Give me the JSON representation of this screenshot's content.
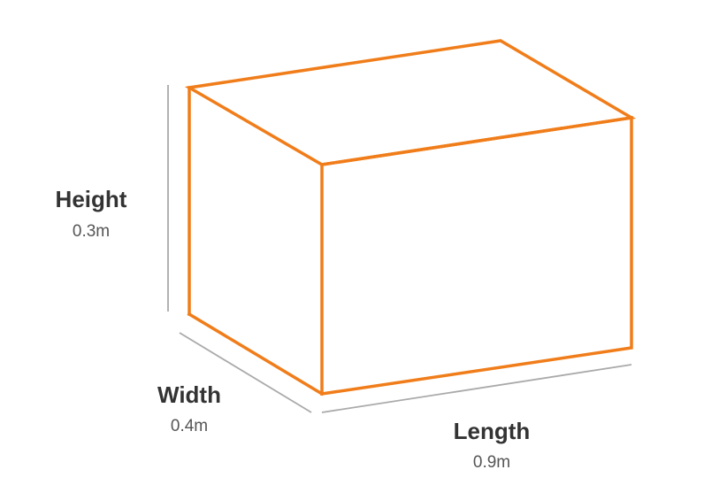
{
  "colors": {
    "box_outline": "#f07d1a",
    "guide_line": "#aaaaaa",
    "label_text": "#333333",
    "value_text": "#555555"
  },
  "dimensions": {
    "height": {
      "label": "Height",
      "value": "0.3m"
    },
    "width": {
      "label": "Width",
      "value": "0.4m"
    },
    "length": {
      "label": "Length",
      "value": "0.9m"
    }
  }
}
